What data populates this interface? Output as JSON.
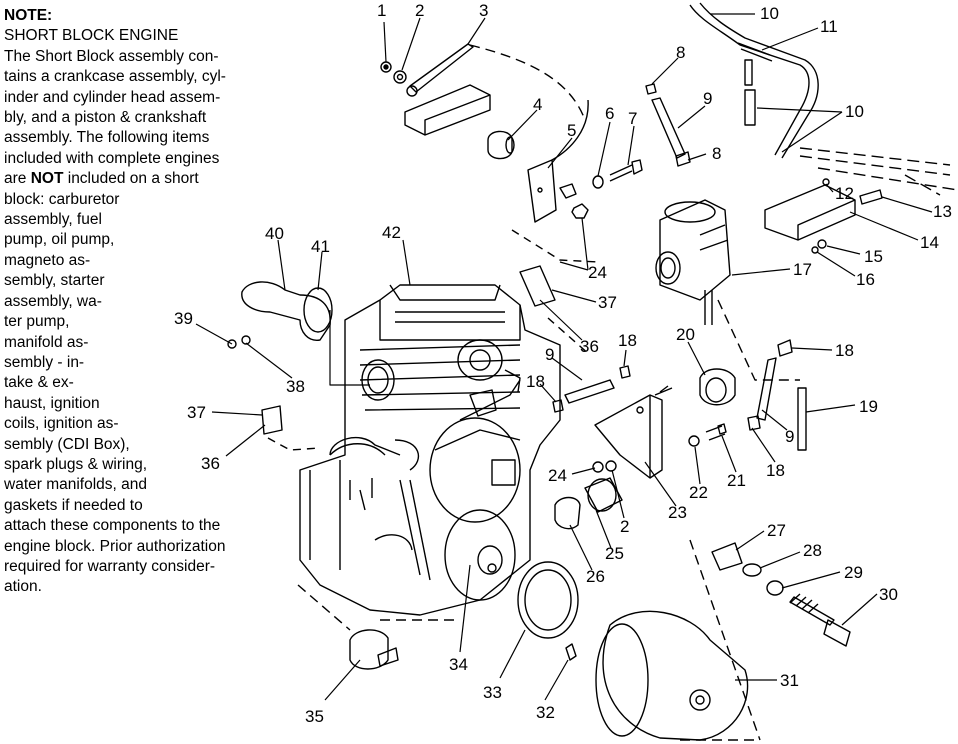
{
  "note": {
    "title": "NOTE:",
    "heading": "SHORT BLOCK ENGINE",
    "lines": [
      "The Short Block assembly con-",
      "tains a crankcase assembly, cyl-",
      "inder and cylinder head assem-",
      "bly, and a piston & crankshaft",
      "assembly.  The following items",
      "included with complete engines"
    ],
    "not_line_prefix": "are ",
    "not_word": "NOT",
    "not_line_suffix": " included on a short",
    "lines_after": [
      "block:  carburetor",
      "assembly, fuel",
      "pump, oil pump,",
      "magneto as-",
      "sembly, starter",
      "assembly, wa-",
      "ter pump,",
      "manifold as-",
      "sembly - in-",
      "take & ex-",
      "haust, ignition",
      "coils, ignition as-",
      "sembly (CDI Box),",
      "spark plugs & wiring,",
      "water manifolds, and",
      "gaskets if needed to",
      "attach these components to the",
      "engine block.  Prior authorization",
      "required for warranty consider-",
      "ation."
    ]
  },
  "callouts": [
    "1",
    "2",
    "3",
    "10",
    "11",
    "8",
    "4",
    "5",
    "6",
    "7",
    "9",
    "8",
    "10",
    "12",
    "13",
    "14",
    "15",
    "16",
    "42",
    "40",
    "41",
    "24",
    "37",
    "17",
    "36",
    "18",
    "39",
    "38",
    "9",
    "18",
    "20",
    "18",
    "37",
    "19",
    "36",
    "9",
    "18",
    "22",
    "21",
    "24",
    "2",
    "23",
    "27",
    "28",
    "29",
    "30",
    "35",
    "34",
    "25",
    "26",
    "33",
    "32",
    "31"
  ]
}
